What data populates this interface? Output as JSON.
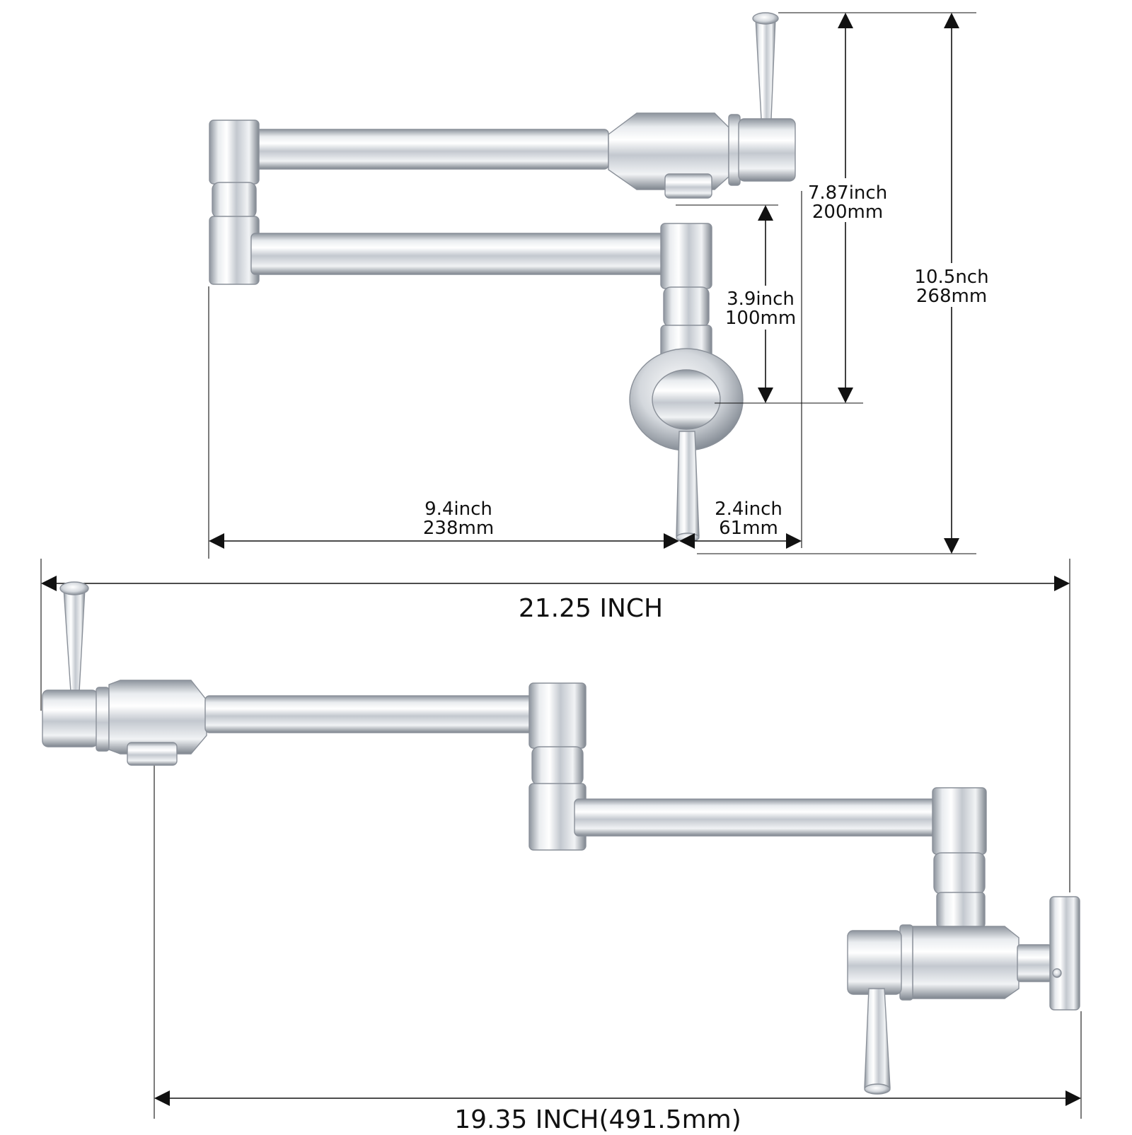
{
  "diagram": {
    "folded": {
      "depth_short": {
        "inch": "3.9inch",
        "mm": "100mm"
      },
      "depth_mid": {
        "inch": "7.87inch",
        "mm": "200mm"
      },
      "height_total": {
        "inch": "10.5nch",
        "mm": "268mm"
      },
      "width_arm": {
        "inch": "9.4inch",
        "mm": "238mm"
      },
      "width_mount": {
        "inch": "2.4inch",
        "mm": "61mm"
      }
    },
    "extended": {
      "overall_length": "21.25 INCH",
      "spout_reach": "19.35 INCH(491.5mm)"
    }
  },
  "colors": {
    "chrome_light": "#f4f6f8",
    "chrome_mid": "#c9ced5",
    "chrome_dark": "#7b828c",
    "line": "#111111"
  }
}
